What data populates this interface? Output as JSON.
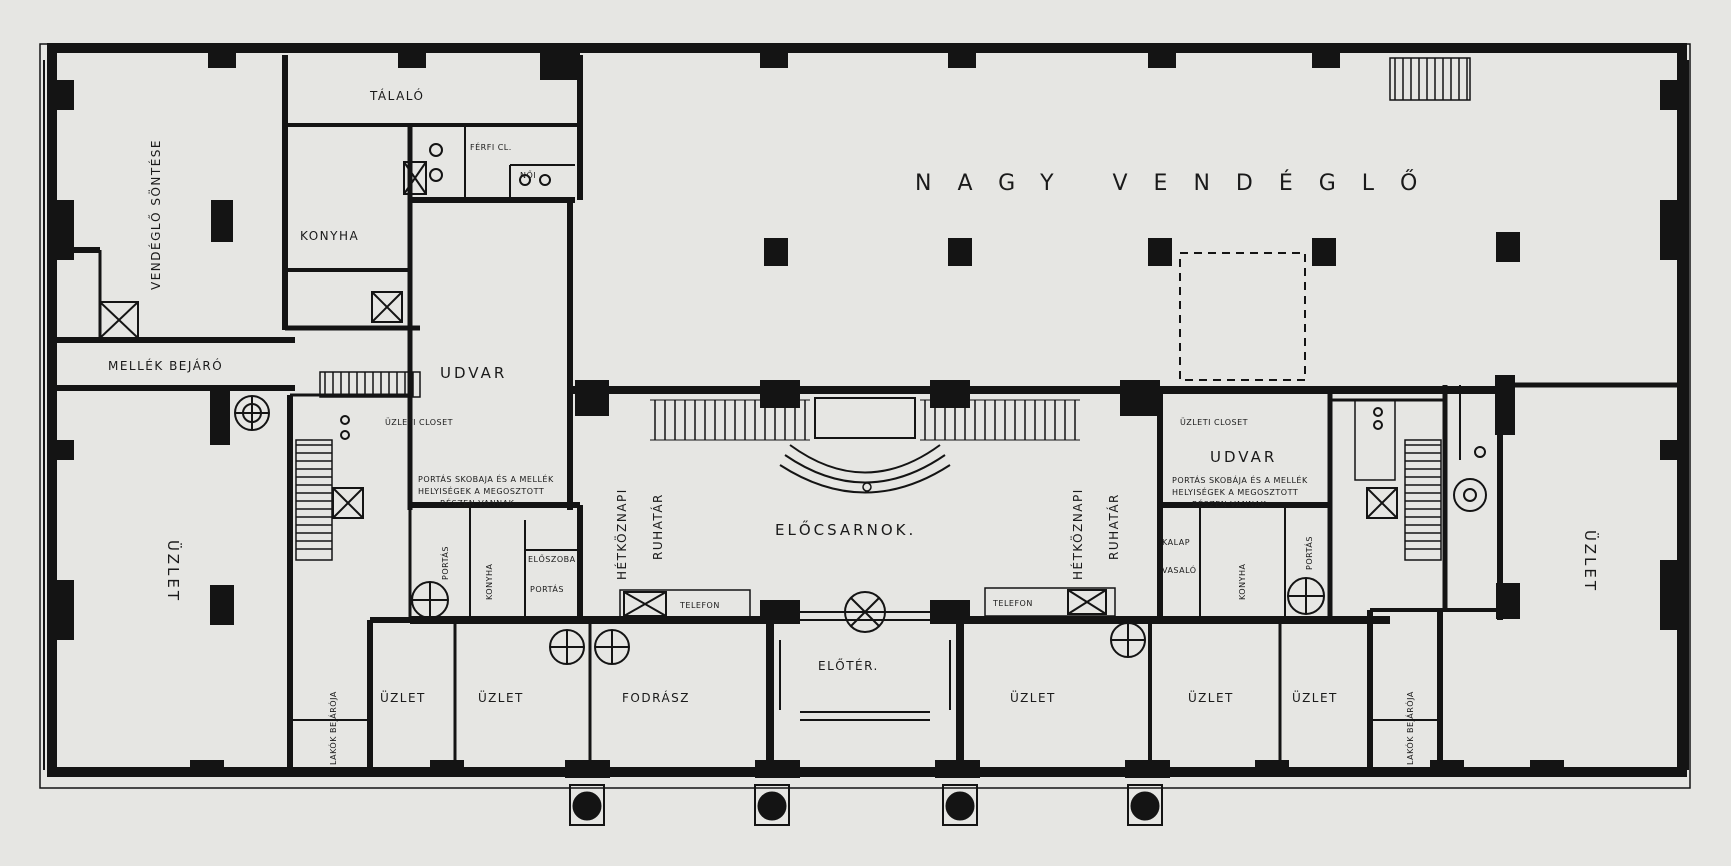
{
  "diagram": {
    "type": "architectural floor plan",
    "ink_color": "#141414",
    "paper_color": "#e6e6e3"
  },
  "rooms": {
    "nagy_vendeglo": "NAGY VENDÉGLŐ",
    "vendeglo_sontese": "VENDÉGLŐ SÖNTÉSE",
    "talalo": "TÁLALÓ",
    "ferfi_cl": "FÉRFI CL.",
    "noi": "NŐI",
    "konyha_left": "KONYHA",
    "mellek_bejaro": "MELLÉK BEJÁRÓ",
    "udvar_left": "UDVAR",
    "udvar_right": "UDVAR",
    "uzleti_closet_left": "ÜZLETI CLOSET",
    "uzleti_closet_right": "ÜZLETI CLOSET",
    "portas_note_left": [
      "PORTÁS SKOBAJA ÉS A MELLÉK",
      "HELYISÉGEK A MEGOSZTOTT",
      "RÉSZEN VANNAK"
    ],
    "portas_note_right": [
      "PORTÁS SKOBÁJA ÉS A MELLÉK",
      "HELYISÉGEK A MEGOSZTOTT",
      "RÉSZEN VANNAK"
    ],
    "elocsarnok": "ELŐCSARNOK.",
    "hetkoznapi_ruhatar_left": [
      "HÉTKÖZNAPI",
      "RUHATÁR"
    ],
    "hetkoznapi_ruhatar_right": [
      "HÉTKÖZNAPI",
      "RUHATÁR"
    ],
    "uzlet_left_big": "ÜZLET",
    "uzlet_right_big": "ÜZLET",
    "lakok_bejaroja_left": "LAKÓK BEJÁRÓJA",
    "lakok_bejaroja_right": "LAKÓK BEJÁRÓJA",
    "portas_left": "PORTÁS",
    "konyha_small_left": "KONYHA",
    "eloszoba": "ELŐSZOBA",
    "portas_small": "PORTÁS",
    "telefon_left": "TELEFON",
    "telefon_right": "TELEFON",
    "uzlet_1": "ÜZLET",
    "uzlet_2": "ÜZLET",
    "fodrasz": "FODRÁSZ",
    "eloter": "ELŐTÉR.",
    "uzlet_3": "ÜZLET",
    "uzlet_4": "ÜZLET",
    "uzlet_5": "ÜZLET",
    "kalap": "KALAP",
    "vasalo": "VASALÓ",
    "konyha_small_right": "KONYHA",
    "portas_right": "PORTÁS"
  }
}
